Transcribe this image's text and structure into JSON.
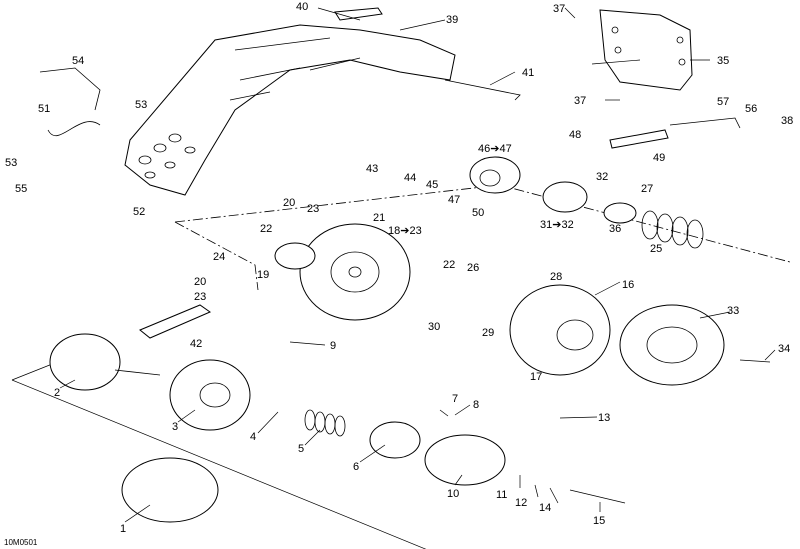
{
  "reference_code": "10M0501",
  "callouts": [
    {
      "id": "c1",
      "text": "1"
    },
    {
      "id": "c2",
      "text": "2"
    },
    {
      "id": "c3",
      "text": "3"
    },
    {
      "id": "c4",
      "text": "4"
    },
    {
      "id": "c5",
      "text": "5"
    },
    {
      "id": "c6",
      "text": "6"
    },
    {
      "id": "c7",
      "text": "7"
    },
    {
      "id": "c8",
      "text": "8"
    },
    {
      "id": "c9",
      "text": "9"
    },
    {
      "id": "c10",
      "text": "10"
    },
    {
      "id": "c11",
      "text": "11"
    },
    {
      "id": "c12",
      "text": "12"
    },
    {
      "id": "c13",
      "text": "13"
    },
    {
      "id": "c14",
      "text": "14"
    },
    {
      "id": "c15",
      "text": "15"
    },
    {
      "id": "c16",
      "text": "16"
    },
    {
      "id": "c17",
      "text": "17"
    },
    {
      "id": "c18",
      "text": "18➔23"
    },
    {
      "id": "c19",
      "text": "19"
    },
    {
      "id": "c20a",
      "text": "20"
    },
    {
      "id": "c20b",
      "text": "20"
    },
    {
      "id": "c21",
      "text": "21"
    },
    {
      "id": "c22a",
      "text": "22"
    },
    {
      "id": "c22b",
      "text": "22"
    },
    {
      "id": "c23a",
      "text": "23"
    },
    {
      "id": "c23b",
      "text": "23"
    },
    {
      "id": "c24",
      "text": "24"
    },
    {
      "id": "c25",
      "text": "25"
    },
    {
      "id": "c26",
      "text": "26"
    },
    {
      "id": "c27",
      "text": "27"
    },
    {
      "id": "c28",
      "text": "28"
    },
    {
      "id": "c29",
      "text": "29"
    },
    {
      "id": "c30",
      "text": "30"
    },
    {
      "id": "c31",
      "text": "31➔32"
    },
    {
      "id": "c32",
      "text": "32"
    },
    {
      "id": "c33",
      "text": "33"
    },
    {
      "id": "c34",
      "text": "34"
    },
    {
      "id": "c35",
      "text": "35"
    },
    {
      "id": "c36",
      "text": "36"
    },
    {
      "id": "c37a",
      "text": "37"
    },
    {
      "id": "c37b",
      "text": "37"
    },
    {
      "id": "c38",
      "text": "38"
    },
    {
      "id": "c39",
      "text": "39"
    },
    {
      "id": "c40",
      "text": "40"
    },
    {
      "id": "c41",
      "text": "41"
    },
    {
      "id": "c42",
      "text": "42"
    },
    {
      "id": "c43",
      "text": "43"
    },
    {
      "id": "c44",
      "text": "44"
    },
    {
      "id": "c45",
      "text": "45"
    },
    {
      "id": "c46",
      "text": "46➔47"
    },
    {
      "id": "c47",
      "text": "47"
    },
    {
      "id": "c48",
      "text": "48"
    },
    {
      "id": "c49",
      "text": "49"
    },
    {
      "id": "c50",
      "text": "50"
    },
    {
      "id": "c51",
      "text": "51"
    },
    {
      "id": "c52",
      "text": "52"
    },
    {
      "id": "c53a",
      "text": "53"
    },
    {
      "id": "c53b",
      "text": "53"
    },
    {
      "id": "c54",
      "text": "54"
    },
    {
      "id": "c55",
      "text": "55"
    },
    {
      "id": "c56",
      "text": "56"
    },
    {
      "id": "c57",
      "text": "57"
    }
  ]
}
